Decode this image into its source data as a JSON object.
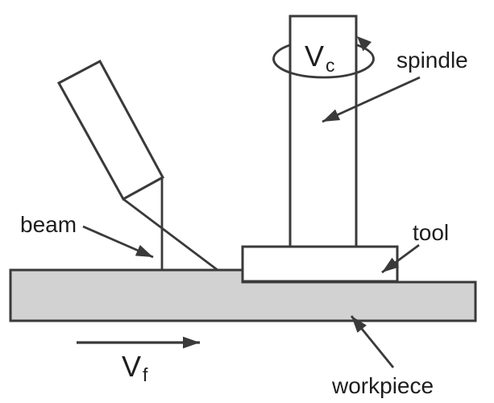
{
  "figure": {
    "background": "#ffffff",
    "line_color": "#3a3a3a",
    "text_color": "#1e1e1e",
    "workpiece_fill": "#d2d2d2"
  },
  "labels": {
    "beam": "beam",
    "spindle": "spindle",
    "tool": "tool",
    "workpiece": "workpiece",
    "cutting_speed_main": "V",
    "cutting_speed_sub": "c",
    "feed_rate_main": "V",
    "feed_rate_sub": "f"
  }
}
